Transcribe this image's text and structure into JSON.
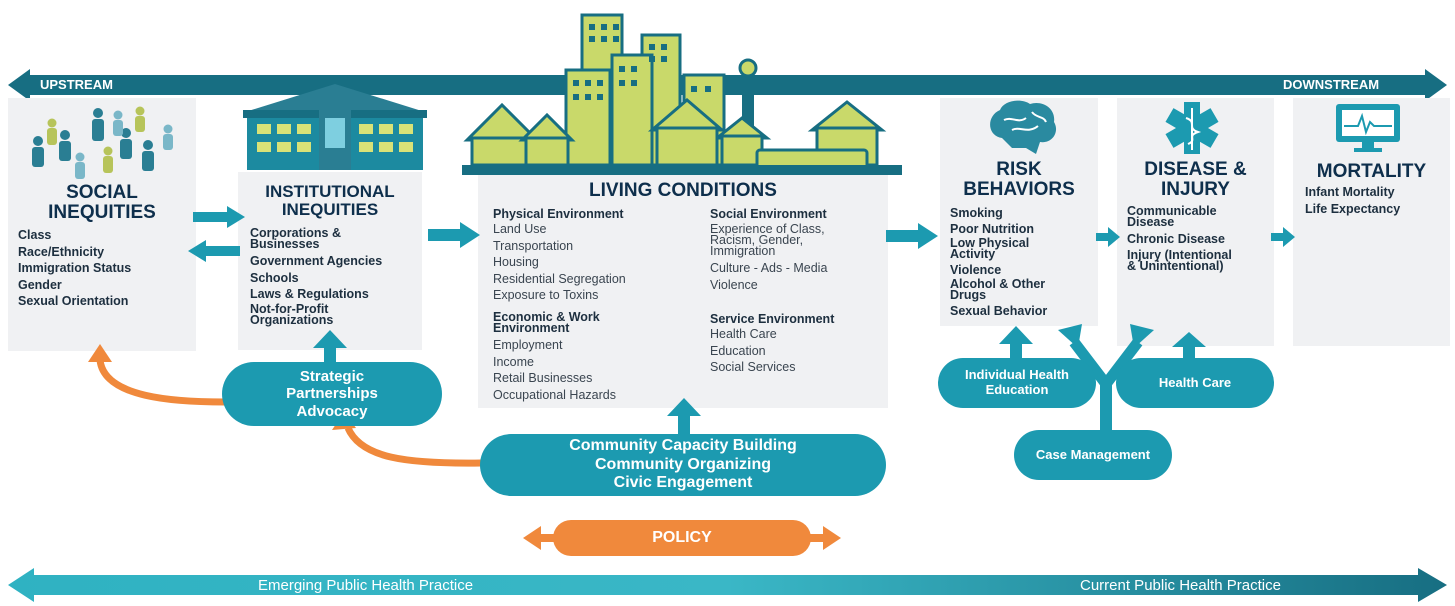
{
  "top_bar": {
    "left": "UPSTREAM",
    "right": "DOWNSTREAM"
  },
  "social": {
    "title": "SOCIAL\nINEQUITIES",
    "items": [
      "Class",
      "Race/Ethnicity",
      "Immigration Status",
      "Gender",
      "Sexual Orientation"
    ]
  },
  "institutional": {
    "title": "INSTITUTIONAL\nINEQUITIES",
    "items": [
      "Corporations &\nBusinesses",
      "Government Agencies",
      "Schools",
      "Laws & Regulations",
      "Not-for-Profit\nOrganizations"
    ]
  },
  "living": {
    "title": "LIVING CONDITIONS",
    "physical": {
      "heading": "Physical Environment",
      "items": [
        "Land Use",
        "Transportation",
        "Housing",
        "Residential Segregation",
        "Exposure to Toxins"
      ]
    },
    "economic": {
      "heading": "Economic & Work\nEnvironment",
      "items": [
        "Employment",
        "Income",
        "Retail Businesses",
        "Occupational Hazards"
      ]
    },
    "social_env": {
      "heading": "Social Environment",
      "items": [
        "Experience of Class,\nRacism, Gender,\nImmigration",
        "Culture - Ads - Media",
        "Violence"
      ]
    },
    "service": {
      "heading": "Service Environment",
      "items": [
        "Health Care",
        "Education",
        "Social Services"
      ]
    }
  },
  "risk": {
    "title": "RISK\nBEHAVIORS",
    "items": [
      "Smoking",
      "Poor Nutrition",
      "Low Physical\nActivity",
      "Violence",
      "Alcohol & Other\nDrugs",
      "Sexual Behavior"
    ]
  },
  "disease": {
    "title": "DISEASE &\nINJURY",
    "items": [
      "Communicable\nDisease",
      "Chronic Disease",
      "Injury (Intentional\n& Unintentional)"
    ]
  },
  "mortality": {
    "title": "MORTALITY",
    "items": [
      "Infant Mortality",
      "Life Expectancy"
    ]
  },
  "pills": {
    "strategic": "Strategic\nPartnerships\nAdvocacy",
    "community": "Community Capacity Building\nCommunity Organizing\nCivic Engagement",
    "policy": "POLICY",
    "individual": "Individual Health\nEducation",
    "health_care": "Health Care",
    "case_mgmt": "Case Management"
  },
  "bottom_bar": {
    "left": "Emerging Public Health Practice",
    "right": "Current Public Health Practice"
  },
  "colors": {
    "teal": "#1c9ab0",
    "dark_teal": "#176e82",
    "navy": "#0e2f4c",
    "orange": "#f0893c",
    "lime": "#c9d96a",
    "panel": "#f0f1f3"
  }
}
